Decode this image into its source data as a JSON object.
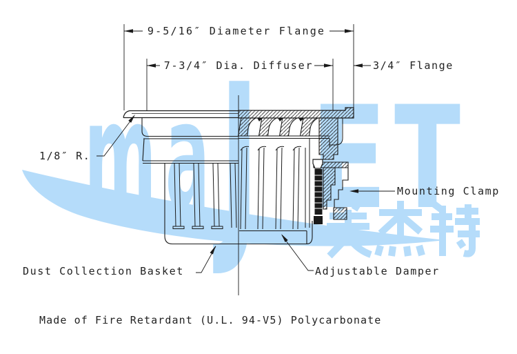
{
  "drawing": {
    "dimensions": {
      "flange_diameter": "9-5/16″ Diameter Flange",
      "diffuser_diameter": "7-3/4″ Dia. Diffuser",
      "flange_width": "3/4″ Flange"
    },
    "labels": {
      "radius": "1/8″ R.",
      "mounting_clamp": "Mounting Clamp",
      "dust_basket": "Dust Collection Basket",
      "damper": "Adjustable Damper"
    },
    "note": "Made of Fire Retardant (U.L. 94-V5) Polycarbonate",
    "line_color": "#1a1a1a"
  },
  "watermark": {
    "logo_text": "MAJET",
    "letters": [
      "m",
      "a",
      "J",
      "E",
      "T"
    ],
    "cjk": "美杰特",
    "color": "#b5dcfa"
  }
}
